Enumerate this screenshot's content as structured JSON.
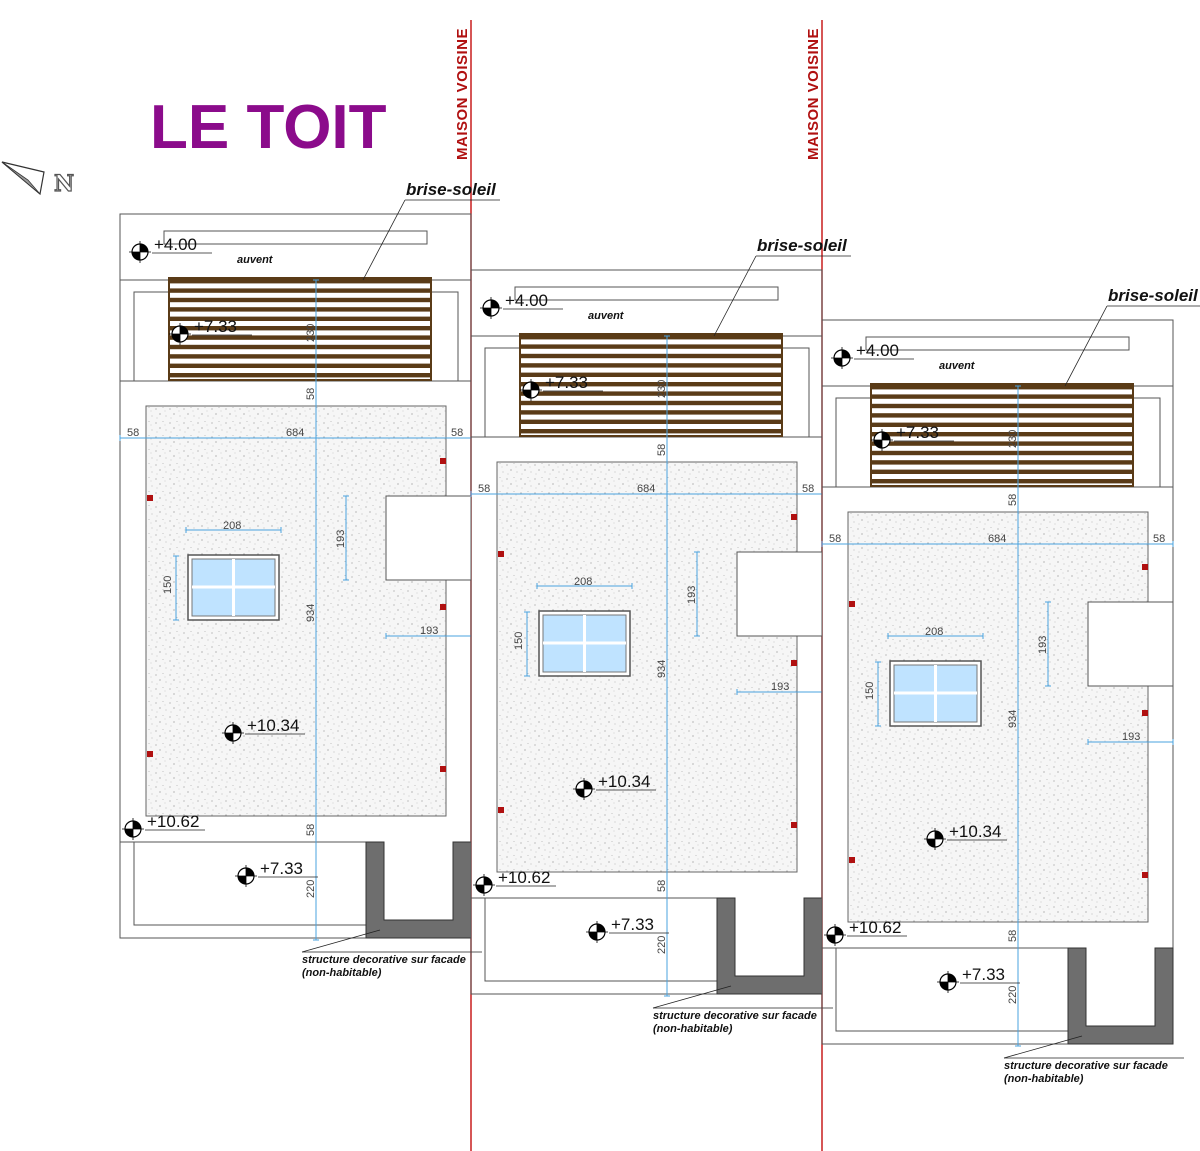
{
  "title": "LE TOIT",
  "neighbor_label": "MAISON VOISINE",
  "north_label": "N",
  "labels": {
    "brise_soleil": "brise-soleil",
    "auvent": "auvent",
    "structure_line1": "structure decorative sur facade",
    "structure_line2": "(non-habitable)"
  },
  "elevations": {
    "e400": "+4.00",
    "e733": "+7.33",
    "e1034": "+10.34",
    "e1062": "+10.62"
  },
  "dimensions": {
    "d58": "58",
    "d684": "684",
    "d934": "934",
    "d230": "230",
    "d220": "220",
    "d208": "208",
    "d150": "150",
    "d193": "193"
  },
  "colors": {
    "title": "#8b0b8b",
    "neighbor_line": "#c81e1e",
    "neighbor_text": "#b01010",
    "wood": "#5a3b17",
    "glass": "#bfe3ff",
    "dimension": "#4aa3df",
    "wall": "#555555",
    "chimney": "#6e6e6e"
  }
}
